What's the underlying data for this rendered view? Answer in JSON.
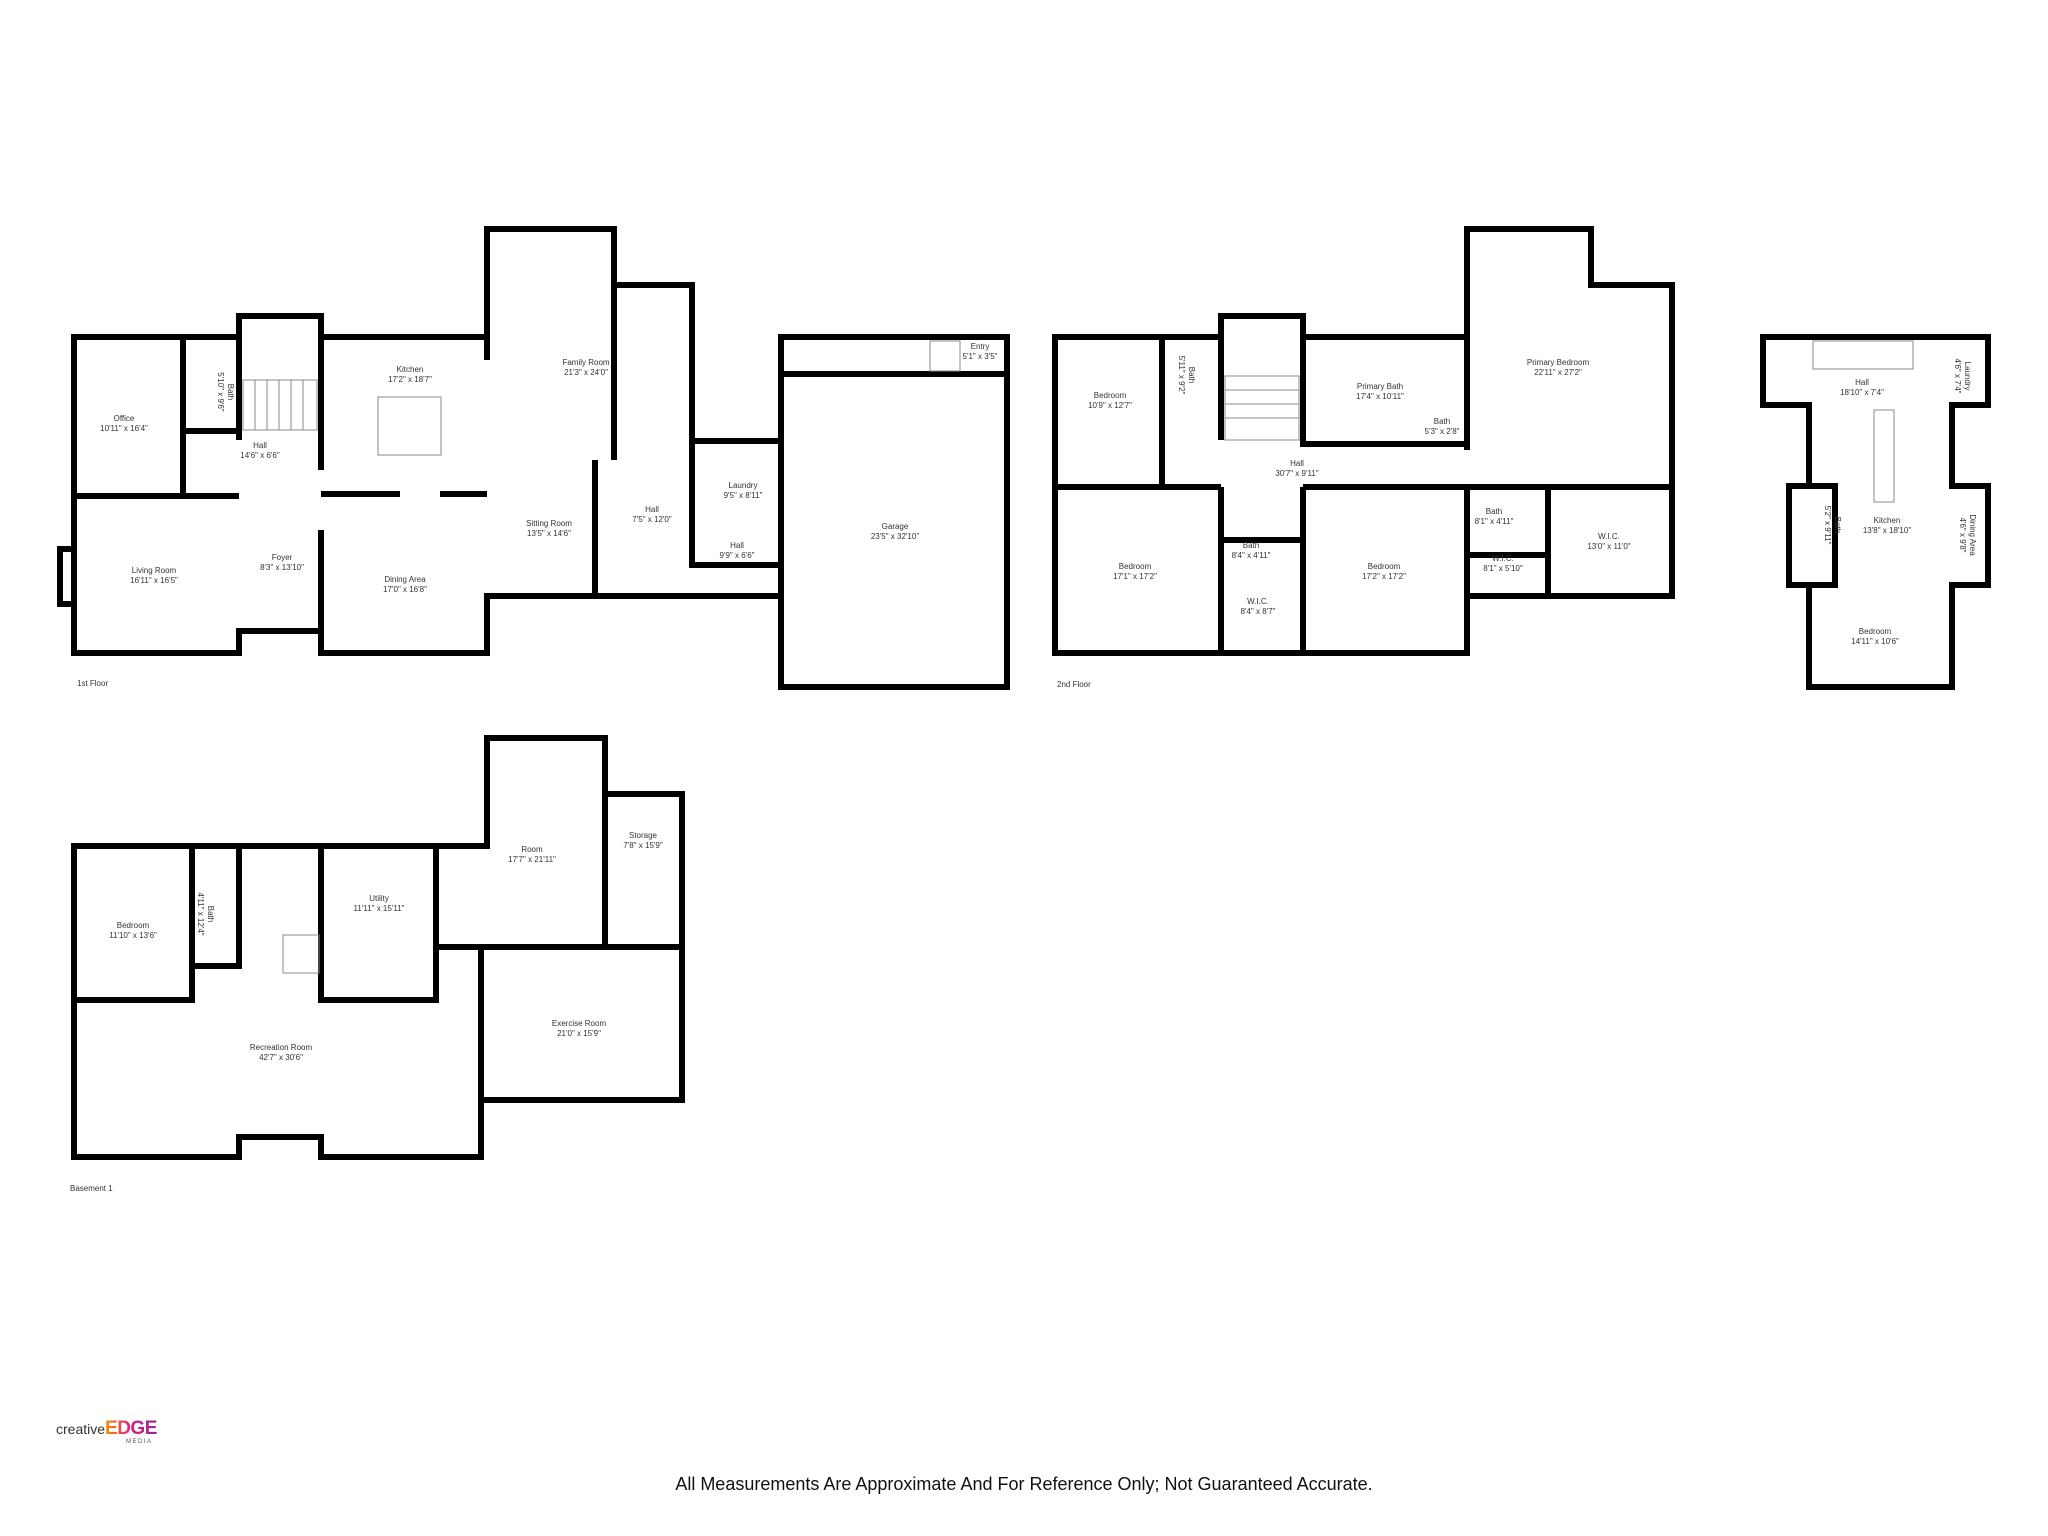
{
  "floors": [
    {
      "name": "1st Floor",
      "rooms": [
        {
          "name": "Office",
          "dims": "10'11\" x 16'4\""
        },
        {
          "name": "Bath",
          "dims": "5'10\" x 9'6\""
        },
        {
          "name": "Hall",
          "dims": "14'6\" x 6'6\""
        },
        {
          "name": "Kitchen",
          "dims": "17'2\" x 18'7\""
        },
        {
          "name": "Living Room",
          "dims": "16'11\" x 16'5\""
        },
        {
          "name": "Foyer",
          "dims": "8'3\" x 13'10\""
        },
        {
          "name": "Dining Area",
          "dims": "17'0\" x 16'8\""
        },
        {
          "name": "Family Room",
          "dims": "21'3\" x 24'0\""
        },
        {
          "name": "Sitting Room",
          "dims": "13'5\" x 14'6\""
        },
        {
          "name": "Hall",
          "dims": "7'5\" x 12'0\""
        },
        {
          "name": "Laundry",
          "dims": "9'5\" x 8'11\""
        },
        {
          "name": "Hall",
          "dims": "9'9\" x 6'6\""
        },
        {
          "name": "Garage",
          "dims": "23'5\" x 32'10\""
        },
        {
          "name": "Entry",
          "dims": "5'1\" x 3'5\""
        }
      ]
    },
    {
      "name": "2nd Floor",
      "rooms": [
        {
          "name": "Bedroom",
          "dims": "10'9\" x 12'7\""
        },
        {
          "name": "Bath",
          "dims": "5'11\" x 9'2\""
        },
        {
          "name": "Primary Bath",
          "dims": "17'4\" x 10'11\""
        },
        {
          "name": "Bath",
          "dims": "5'3\" x 2'8\""
        },
        {
          "name": "Primary Bedroom",
          "dims": "22'11\" x 27'2\""
        },
        {
          "name": "Hall",
          "dims": "30'7\" x 9'11\""
        },
        {
          "name": "Bedroom",
          "dims": "17'1\" x 17'2\""
        },
        {
          "name": "Bath",
          "dims": "8'4\" x 4'11\""
        },
        {
          "name": "W.I.C.",
          "dims": "8'4\" x 8'7\""
        },
        {
          "name": "Bedroom",
          "dims": "17'2\" x 17'2\""
        },
        {
          "name": "Bath",
          "dims": "8'1\" x 4'11\""
        },
        {
          "name": "W.I.C.",
          "dims": "8'1\" x 5'10\""
        },
        {
          "name": "W.I.C.",
          "dims": "13'0\" x 11'0\""
        }
      ]
    },
    {
      "name": "",
      "rooms": [
        {
          "name": "Hall",
          "dims": "18'10\" x 7'4\""
        },
        {
          "name": "Laundry",
          "dims": "4'6\" x 7'4\""
        },
        {
          "name": "Kitchen",
          "dims": "13'8\" x 18'10\""
        },
        {
          "name": "Bath",
          "dims": "5'2\" x 9'11\""
        },
        {
          "name": "Dining Area",
          "dims": "4'6\" x 9'8\""
        },
        {
          "name": "Bedroom",
          "dims": "14'11\" x 10'6\""
        }
      ]
    },
    {
      "name": "Basement 1",
      "rooms": [
        {
          "name": "Bedroom",
          "dims": "11'10\" x 13'6\""
        },
        {
          "name": "Bath",
          "dims": "4'11\" x 12'4\""
        },
        {
          "name": "Utility",
          "dims": "11'11\" x 15'11\""
        },
        {
          "name": "Room",
          "dims": "17'7\" x 21'11\""
        },
        {
          "name": "Storage",
          "dims": "7'8\" x 15'9\""
        },
        {
          "name": "Exercise Room",
          "dims": "21'0\" x 15'9\""
        },
        {
          "name": "Recreation Room",
          "dims": "42'7\" x 30'6\""
        }
      ]
    }
  ],
  "logo": {
    "prefix": "creative",
    "main": "EDGE",
    "sub": "MEDIA",
    "gradient": [
      "#f39200",
      "#e5197f",
      "#8c2a8c"
    ]
  },
  "disclaimer": "All Measurements Are Approximate And For Reference Only; Not Guaranteed Accurate.",
  "colors": {
    "wall": "#000000",
    "label": "#333333",
    "background": "#ffffff"
  }
}
